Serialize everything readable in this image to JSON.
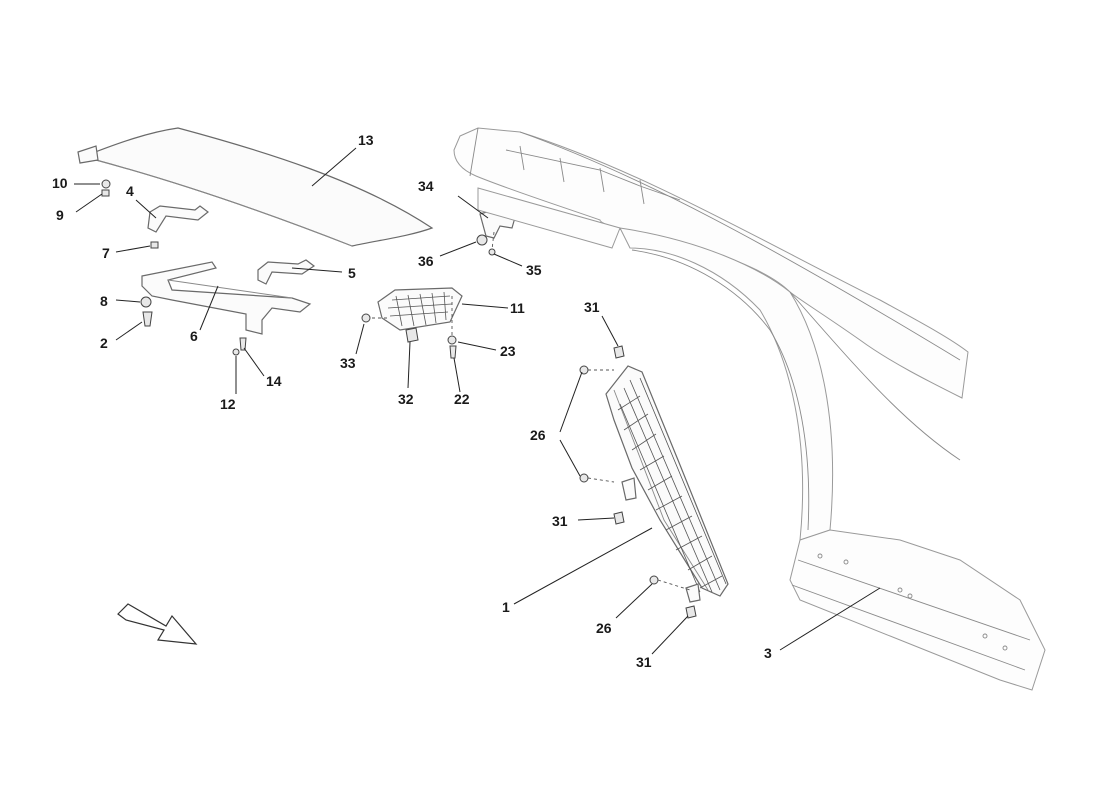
{
  "callouts": {
    "c1": "1",
    "c2": "2",
    "c3": "3",
    "c4": "4",
    "c5": "5",
    "c6": "6",
    "c7": "7",
    "c8": "8",
    "c9": "9",
    "c10": "10",
    "c11": "11",
    "c12": "12",
    "c13": "13",
    "c14": "14",
    "c22": "22",
    "c23": "23",
    "c26a": "26",
    "c26b": "26",
    "c31a": "31",
    "c31b": "31",
    "c31c": "31",
    "c32": "32",
    "c33": "33",
    "c34": "34",
    "c35": "35",
    "c36": "36"
  }
}
